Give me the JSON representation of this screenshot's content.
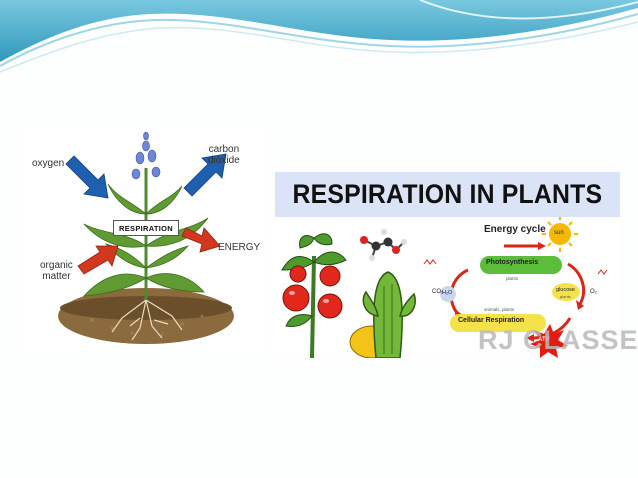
{
  "left_diagram": {
    "label_oxygen": "oxygen",
    "label_carbon_dioxide_line1": "carbon",
    "label_carbon_dioxide_line2": "dioxide",
    "label_organic_line1": "organic",
    "label_organic_line2": "matter",
    "label_energy": "ENERGY",
    "label_respiration": "RESPIRATION"
  },
  "right_image": {
    "title": "RESPIRATION IN PLANTS",
    "energy_cycle_title": "Energy cycle",
    "sun_label": "sun",
    "photosynthesis_label": "Photosynthesis",
    "photosynthesis_sub": "plants",
    "glucose_label": "glucose",
    "glucose_sub": "plants",
    "co2_label": "CO₂",
    "h2o_label": "H₂O",
    "o2_label": "O₂",
    "cellular_respiration_sub": "animals, plants",
    "cellular_respiration_label": "Cellular Respiration",
    "atp_label": "ATP",
    "watermark": "RJ CLASSES"
  },
  "colors": {
    "banner_teal": "#3aa6c6",
    "title_bar": "#dbe4f7",
    "arrow_blue": "#1f5fb0",
    "arrow_red": "#d2381e",
    "cycle_green": "#5bbd3a",
    "cycle_yellow": "#f3e24a",
    "cycle_red": "#d9261c"
  }
}
